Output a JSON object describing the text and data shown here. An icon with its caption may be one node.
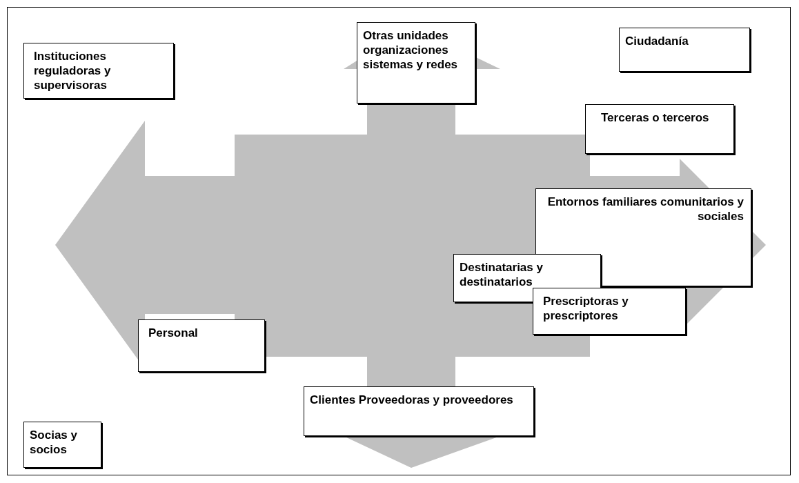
{
  "diagram": {
    "nodes": [
      {
        "text": [
          "Instituciones reguladoras y supervisoras"
        ]
      },
      {
        "text": [
          "Otras unidades organizaciones sistemas y redes"
        ]
      },
      {
        "text": [
          "Ciudadanía"
        ]
      },
      {
        "text": [
          "Terceras o terceros"
        ]
      },
      {
        "text": [
          "Entornos familiares comunitarios y sociales"
        ]
      },
      {
        "text": [
          "Destinatarias y destinatarios"
        ]
      },
      {
        "text": [
          "Prescriptoras y prescriptores"
        ]
      },
      {
        "text": [
          "Personal"
        ]
      },
      {
        "text": [
          "Clientes Proveedoras y proveedores"
        ]
      },
      {
        "text": [
          "Socias y socios"
        ]
      }
    ]
  }
}
